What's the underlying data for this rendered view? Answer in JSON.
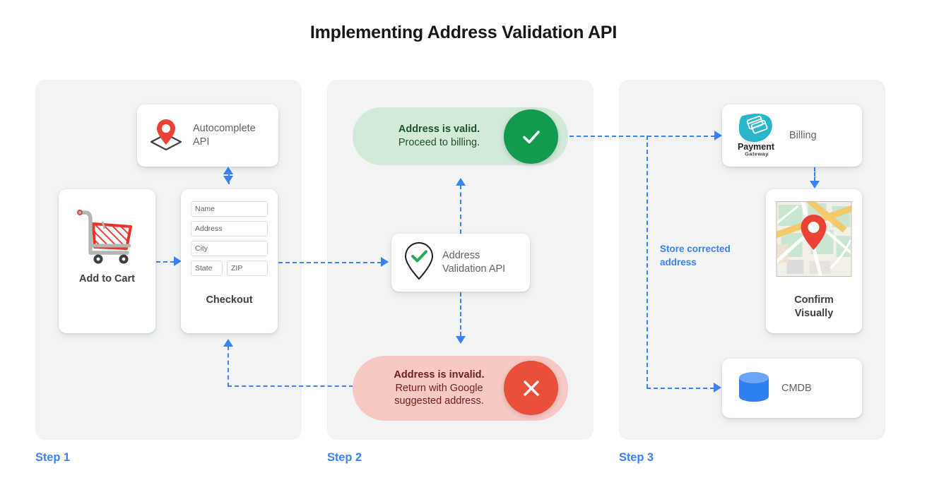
{
  "title": "Implementing Address Validation API",
  "colors": {
    "accent_blue": "#3b82f6",
    "panel_bg": "#f1f3f4",
    "valid_pill_bg": "#d3ead8",
    "valid_circle": "#129a50",
    "invalid_pill_bg": "#f7c8c4",
    "invalid_circle": "#e8503a",
    "text_gray": "#5f6368",
    "pin_red": "#ea4335",
    "cmdb_blue": "#3b82f6",
    "payment_teal": "#29b6cd"
  },
  "steps": [
    {
      "label": "Step 1"
    },
    {
      "label": "Step 2"
    },
    {
      "label": "Step 3"
    }
  ],
  "step1": {
    "autocomplete": {
      "icon": "map-pin-diamond-icon",
      "line1": "Autocomplete",
      "line2": "API"
    },
    "cart": {
      "icon": "shopping-cart-icon",
      "caption": "Add to Cart"
    },
    "checkout": {
      "caption": "Checkout",
      "fields": [
        {
          "name": "name-field",
          "placeholder": "Name"
        },
        {
          "name": "address-field",
          "placeholder": "Address"
        },
        {
          "name": "city-field",
          "placeholder": "City"
        },
        {
          "name": "state-field",
          "placeholder": "State"
        },
        {
          "name": "zip-field",
          "placeholder": "ZIP"
        }
      ]
    }
  },
  "step2": {
    "valid": {
      "strong": "Address is valid.",
      "sub": "Proceed to billing.",
      "icon": "check-circle-icon"
    },
    "validation_api": {
      "icon": "pin-check-icon",
      "line1": "Address",
      "line2": "Validation API"
    },
    "invalid": {
      "strong": "Address is invalid.",
      "sub1": "Return with Google",
      "sub2": "suggested address.",
      "icon": "x-circle-icon"
    }
  },
  "step3": {
    "billing": {
      "logo_main": "Payment",
      "logo_sub": "Gateway",
      "label": "Billing"
    },
    "map": {
      "icon": "map-thumbnail-icon",
      "caption_line1": "Confirm",
      "caption_line2": "Visually"
    },
    "cmdb": {
      "icon": "database-cylinder-icon",
      "label": "CMDB"
    },
    "store_note": "Store corrected address"
  }
}
